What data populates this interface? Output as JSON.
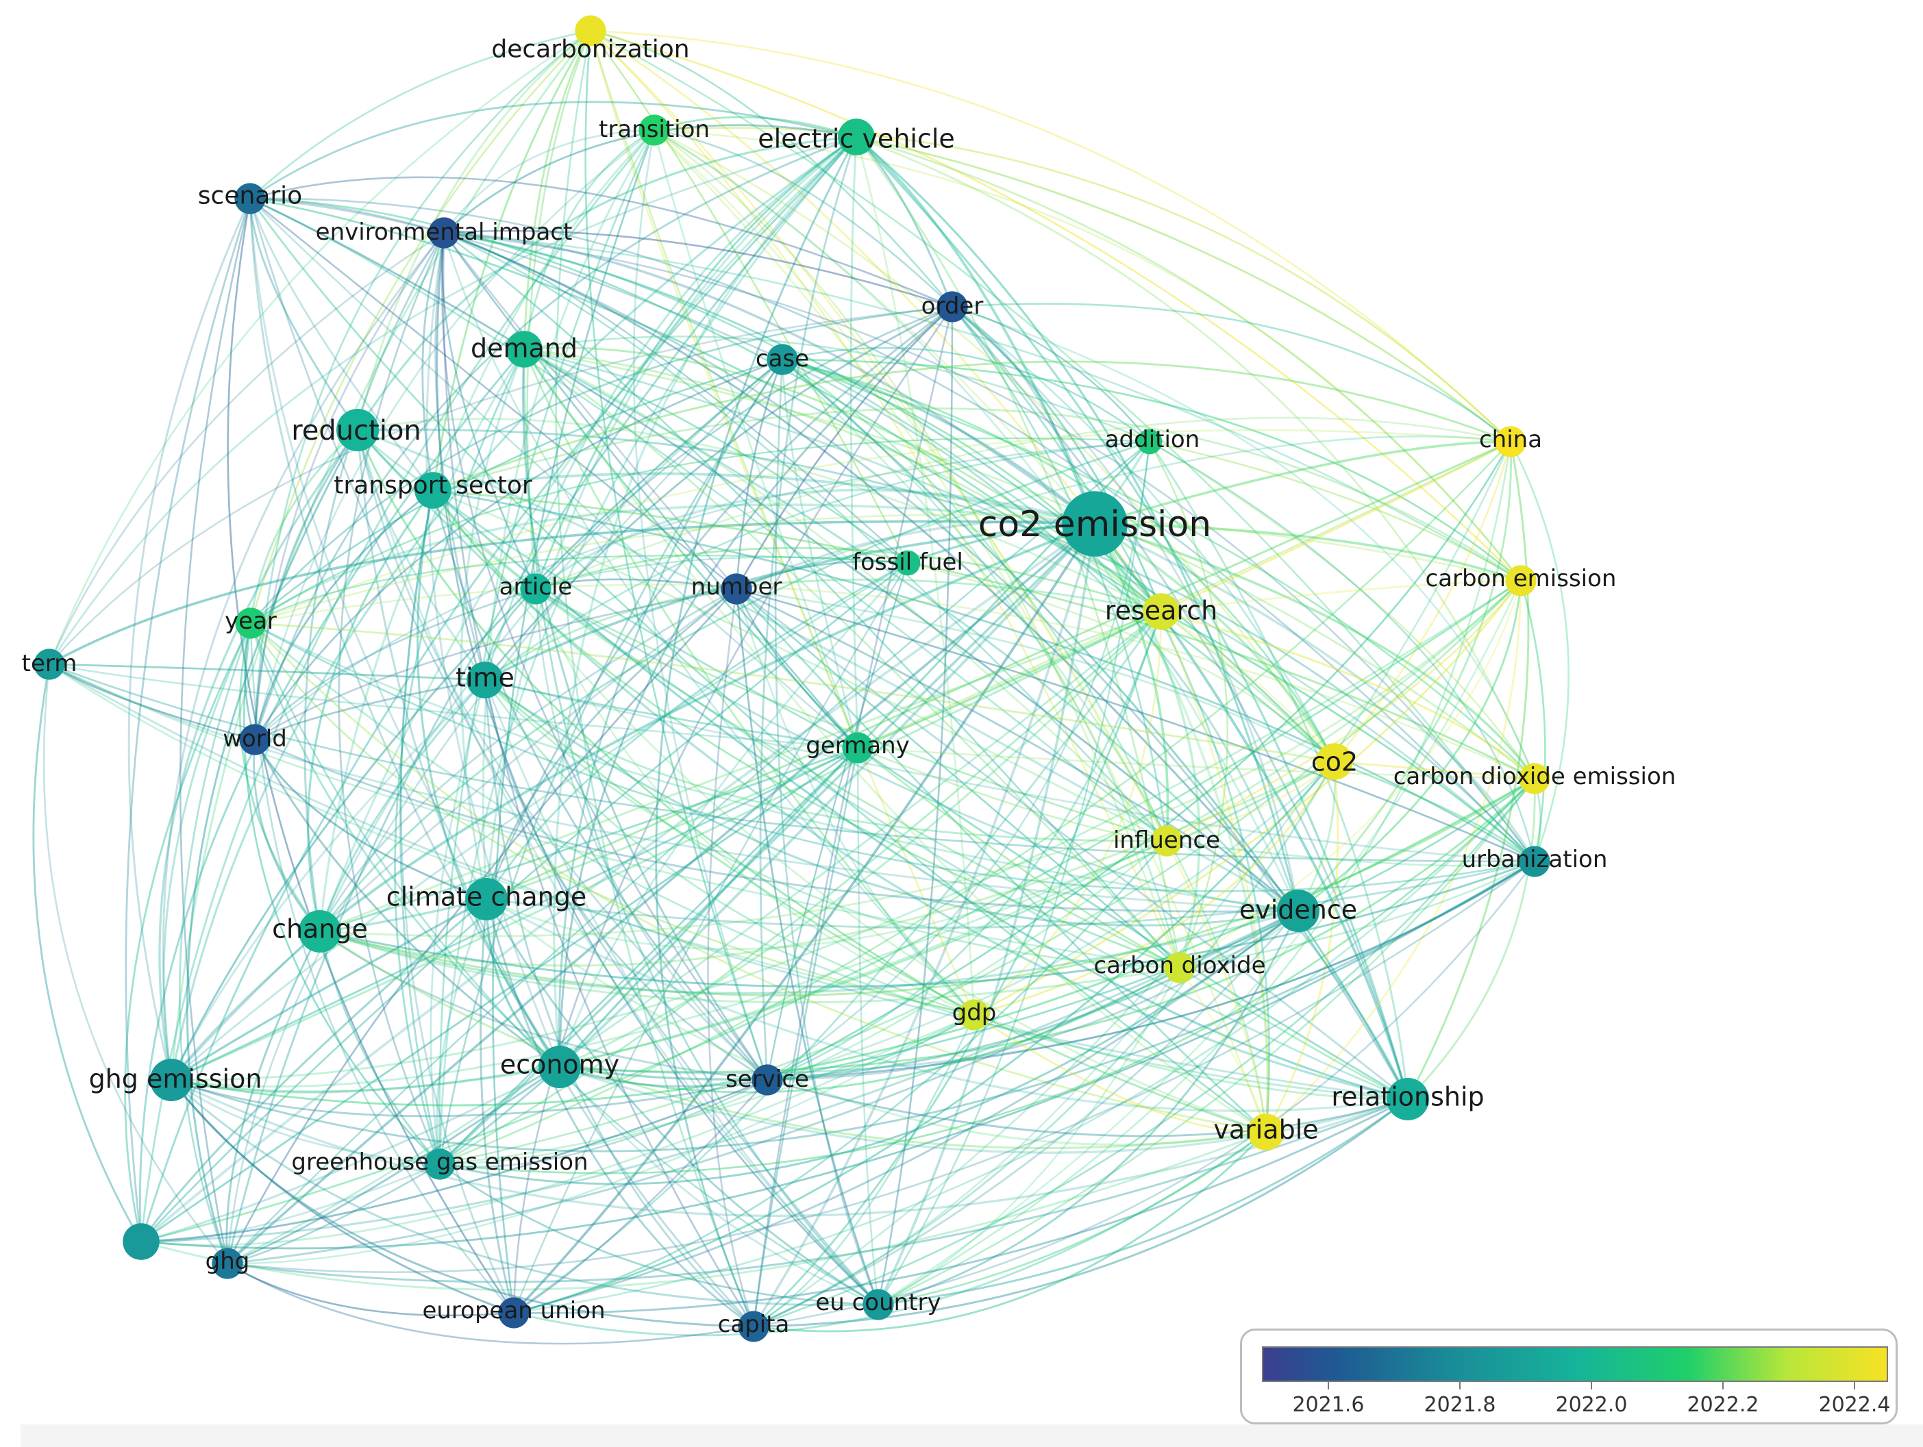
{
  "colors": {
    "min": "#3b3f8f",
    "mid": "#13a99a",
    "max": "#f7e224"
  },
  "legend": {
    "min": 2021.5,
    "max": 2022.45,
    "ticks": [
      "2021.6",
      "2021.8",
      "2022.0",
      "2022.2",
      "2022.4"
    ]
  },
  "nodes": [
    {
      "id": "decarbonization",
      "label": "decarbonization",
      "score": 2022.42,
      "weight": 3
    },
    {
      "id": "transition",
      "label": "transition",
      "score": 2022.15,
      "weight": 3
    },
    {
      "id": "electric-vehicle",
      "label": "electric vehicle",
      "score": 2022.05,
      "weight": 4
    },
    {
      "id": "scenario",
      "label": "scenario",
      "score": 2021.68,
      "weight": 3
    },
    {
      "id": "environmental-impact",
      "label": "environmental impact",
      "score": 2021.58,
      "weight": 3
    },
    {
      "id": "order",
      "label": "order",
      "score": 2021.6,
      "weight": 3
    },
    {
      "id": "demand",
      "label": "demand",
      "score": 2022.02,
      "weight": 4
    },
    {
      "id": "case",
      "label": "case",
      "score": 2021.85,
      "weight": 3
    },
    {
      "id": "reduction",
      "label": "reduction",
      "score": 2021.98,
      "weight": 5
    },
    {
      "id": "addition",
      "label": "addition",
      "score": 2022.1,
      "weight": 2
    },
    {
      "id": "china",
      "label": "china",
      "score": 2022.45,
      "weight": 3
    },
    {
      "id": "transport-sector",
      "label": "transport sector",
      "score": 2021.97,
      "weight": 4
    },
    {
      "id": "co2-emission",
      "label": "co2 emission",
      "score": 2021.92,
      "weight": 9
    },
    {
      "id": "fossil-fuel",
      "label": "fossil fuel",
      "score": 2022.05,
      "weight": 2
    },
    {
      "id": "article",
      "label": "article",
      "score": 2021.98,
      "weight": 3
    },
    {
      "id": "number",
      "label": "number",
      "score": 2021.6,
      "weight": 3
    },
    {
      "id": "carbon-emission",
      "label": "carbon emission",
      "score": 2022.42,
      "weight": 3
    },
    {
      "id": "research",
      "label": "research",
      "score": 2022.38,
      "weight": 4
    },
    {
      "id": "year",
      "label": "year",
      "score": 2022.12,
      "weight": 3
    },
    {
      "id": "term",
      "label": "term",
      "score": 2021.86,
      "weight": 3
    },
    {
      "id": "time",
      "label": "time",
      "score": 2021.92,
      "weight": 4
    },
    {
      "id": "world",
      "label": "world",
      "score": 2021.6,
      "weight": 3
    },
    {
      "id": "germany",
      "label": "germany",
      "score": 2022.05,
      "weight": 3
    },
    {
      "id": "co2",
      "label": "co2",
      "score": 2022.42,
      "weight": 4
    },
    {
      "id": "carbon-dioxide-emission",
      "label": "carbon dioxide emission",
      "score": 2022.42,
      "weight": 3
    },
    {
      "id": "influence",
      "label": "influence",
      "score": 2022.38,
      "weight": 3
    },
    {
      "id": "urbanization",
      "label": "urbanization",
      "score": 2021.82,
      "weight": 3
    },
    {
      "id": "climate-change",
      "label": "climate change",
      "score": 2021.93,
      "weight": 5
    },
    {
      "id": "evidence",
      "label": "evidence",
      "score": 2021.9,
      "weight": 5
    },
    {
      "id": "change",
      "label": "change",
      "score": 2022.0,
      "weight": 5
    },
    {
      "id": "carbon-dioxide",
      "label": "carbon dioxide",
      "score": 2022.35,
      "weight": 3
    },
    {
      "id": "gdp",
      "label": "gdp",
      "score": 2022.35,
      "weight": 3
    },
    {
      "id": "ghg-emission",
      "label": "ghg emission",
      "score": 2021.86,
      "weight": 5
    },
    {
      "id": "economy",
      "label": "economy",
      "score": 2021.9,
      "weight": 5
    },
    {
      "id": "service",
      "label": "service",
      "score": 2021.62,
      "weight": 3
    },
    {
      "id": "relationship",
      "label": "relationship",
      "score": 2021.95,
      "weight": 5
    },
    {
      "id": "variable",
      "label": "variable",
      "score": 2022.42,
      "weight": 4
    },
    {
      "id": "greenhouse-gas-emission",
      "label": "greenhouse gas emission",
      "score": 2021.9,
      "weight": 3
    },
    {
      "id": "ghg-node",
      "label": "",
      "score": 2021.85,
      "weight": 4
    },
    {
      "id": "ghg",
      "label": "ghg",
      "score": 2021.72,
      "weight": 3
    },
    {
      "id": "eu-country",
      "label": "eu country",
      "score": 2021.85,
      "weight": 3
    },
    {
      "id": "european-union",
      "label": "european union",
      "score": 2021.6,
      "weight": 3
    },
    {
      "id": "capita",
      "label": "capita",
      "score": 2021.65,
      "weight": 3
    }
  ]
}
